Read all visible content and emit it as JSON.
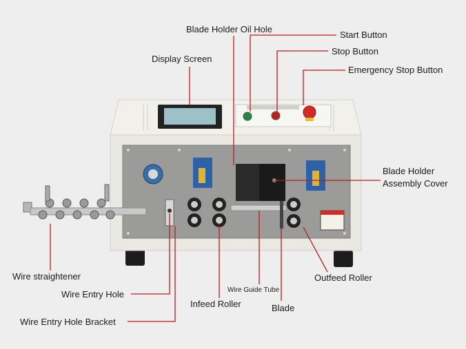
{
  "labels": {
    "blade_holder_oil_hole": "Blade Holder Oil Hole",
    "start_button": "Start Button",
    "stop_button": "Stop Button",
    "emergency_stop_button": "Emergency Stop Button",
    "display_screen": "Display Screen",
    "blade_holder_line1": "Blade Holder",
    "blade_holder_line2": "Assembly Cover",
    "wire_straightener": "Wire straightener",
    "wire_entry_hole": "Wire Entry Hole",
    "wire_entry_hole_bracket": "Wire Entry Hole Bracket",
    "infeed_roller": "Infeed Roller",
    "wire_guide_tube": "Wire Guide Tube",
    "blade": "Blade",
    "outfeed_roller": "Outfeed Roller"
  },
  "colors": {
    "leader_line": "#c0181c",
    "machine_body": "#ecebe6",
    "front_panel": "#9a9a98",
    "emergency_button": "#d22a25",
    "start_button": "#1e8a45",
    "stop_button": "#c0201c"
  }
}
